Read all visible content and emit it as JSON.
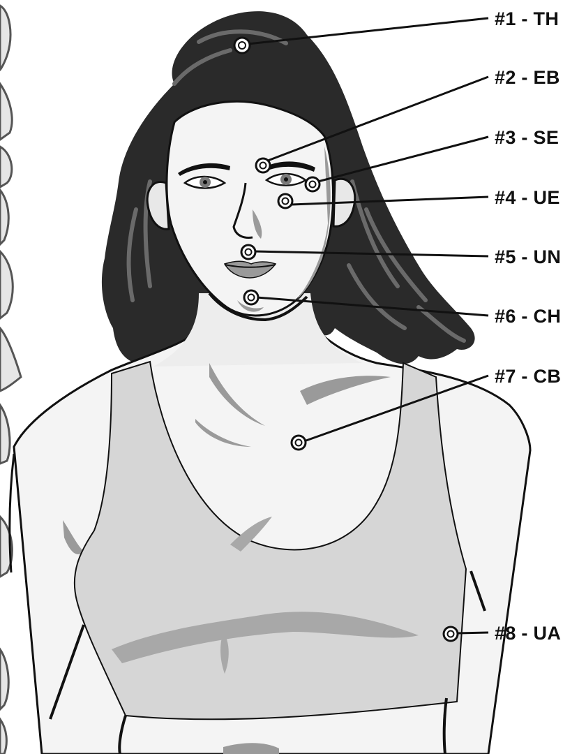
{
  "points": [
    {
      "number": "#1",
      "code": "TH",
      "label": "#1 - TH"
    },
    {
      "number": "#2",
      "code": "EB",
      "label": "#2 - EB"
    },
    {
      "number": "#3",
      "code": "SE",
      "label": "#3 - SE"
    },
    {
      "number": "#4",
      "code": "UE",
      "label": "#4 - UE"
    },
    {
      "number": "#5",
      "code": "UN",
      "label": "#5 - UN"
    },
    {
      "number": "#6",
      "code": "CH",
      "label": "#6 - CH"
    },
    {
      "number": "#7",
      "code": "CB",
      "label": "#7 - CB"
    },
    {
      "number": "#8",
      "code": "UA",
      "label": "#8 - UA"
    }
  ],
  "colors": {
    "outline": "#111111",
    "hair": "#2a2a2a",
    "skin": "#f4f4f4",
    "shadow": "#9a9a9a",
    "garment": "#d6d6d6"
  },
  "icons": {
    "marker": "tapping-point-circle-icon"
  }
}
